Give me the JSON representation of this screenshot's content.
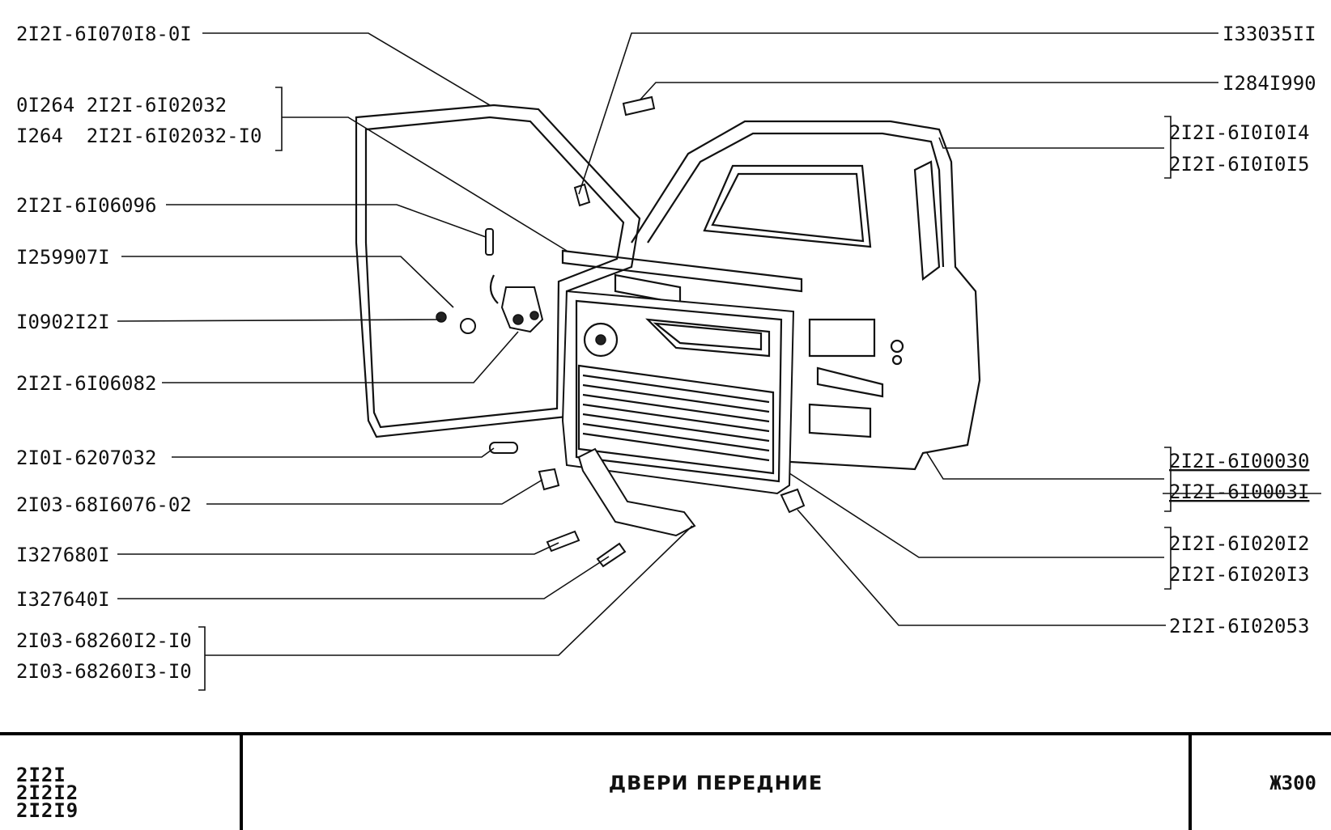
{
  "callouts_left": [
    "2I2I-6I070I8-0I",
    "0I264 2I2I-6I02032",
    "I264  2I2I-6I02032-I0",
    "2I2I-6I06096",
    "I259907I",
    "I0902I2I",
    "2I2I-6I06082",
    "2I0I-6207032",
    "2I03-68I6076-02",
    "I327680I",
    "I327640I",
    "2I03-68260I2-I0",
    "2I03-68260I3-I0"
  ],
  "callouts_right": [
    "I33035II",
    "I284I990",
    "2I2I-6I0I0I4",
    "2I2I-6I0I0I5",
    "2I2I-6I00030",
    "2I2I-6I0003I",
    "2I2I-6I020I2",
    "2I2I-6I020I3",
    "2I2I-6I02053"
  ],
  "footer": {
    "models": [
      "2I2I",
      "2I2I2",
      "2I2I9"
    ],
    "title": "ДВЕРИ ПЕРЕДНИЕ",
    "code": "Ж300"
  }
}
